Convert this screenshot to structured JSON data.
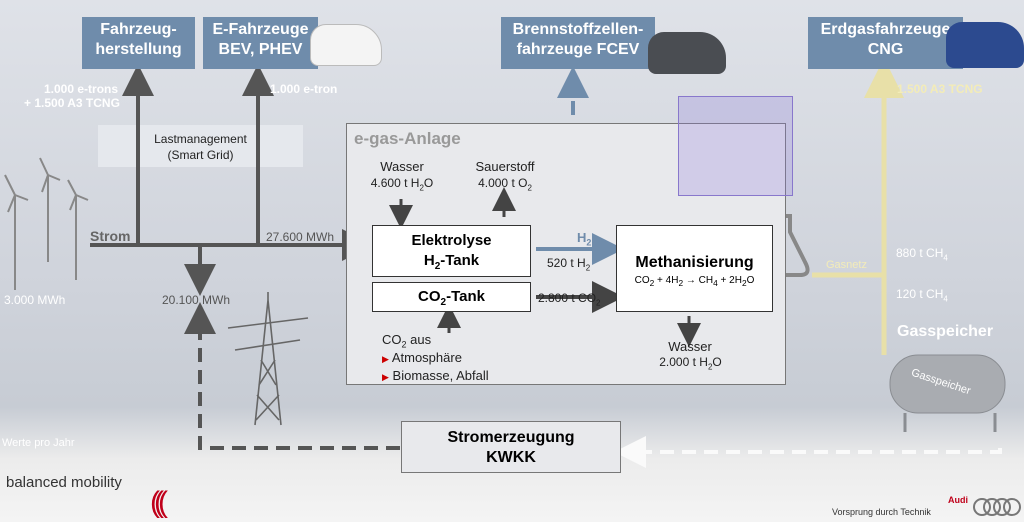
{
  "headers": {
    "fahrzeugherstellung": [
      "Fahrzeug-",
      "herstellung"
    ],
    "e_fahrzeuge": [
      "E-Fahrzeuge",
      "BEV, PHEV"
    ],
    "fcev": [
      "Brennstoffzellen-",
      "fahrzeuge FCEV"
    ],
    "cng": [
      "Erdgasfahrzeuge",
      "CNG"
    ]
  },
  "flows": {
    "etrons": "1.000  e-trons",
    "a3tcng": "+ 1.500 A3 TCNG",
    "etron": "1.000  e-tron",
    "cng_count": "1.500 A3 TCNG",
    "strom": "Strom",
    "mwh_27600": "27.600 MWh",
    "mwh_3000": "3.000 MWh",
    "mwh_20100": "20.100 MWh",
    "h2": "H",
    "h2_sub": "2",
    "h2_520": "520 t H",
    "co2_2800": "2.800 t CO",
    "gasnetz": "Gasnetz",
    "ch4_880": "880 t CH",
    "ch4_120": "120 t CH",
    "werte": "Werte pro Jahr"
  },
  "lastmanagement": [
    "Lastmanagement",
    "(Smart Grid)"
  ],
  "anlage": {
    "title": "e-gas-Anlage",
    "wasser_in": "Wasser",
    "wasser_in_val": "4.600 t H",
    "sauerstoff": "Sauerstoff",
    "sauerstoff_val": "4.000 t O",
    "elektrolyse": "Elektrolyse",
    "h2_tank": "-Tank",
    "co2_tank": "-Tank",
    "methan_title": "Methanisierung",
    "wasser_out": "Wasser",
    "wasser_out_val": "2.000 t H",
    "co2_aus": "aus",
    "atmosphaere": "Atmosphäre",
    "biomasse": "Biomasse, Abfall"
  },
  "gasspeicher": {
    "title": "Gasspeicher",
    "tank_label": "Gasspeicher"
  },
  "stromerzeugung": [
    "Stromerzeugung",
    "KWKK"
  ],
  "footer": {
    "balanced": "balanced mobility",
    "audi": "Audi",
    "slogan": "Vorsprung durch Technik"
  },
  "colors": {
    "header_blue": "#6f8cab",
    "gas_line": "#e8e0a8",
    "h2_arrow": "#6f8cab",
    "arrow_dark": "#555555",
    "accent_red": "#cc0000"
  }
}
